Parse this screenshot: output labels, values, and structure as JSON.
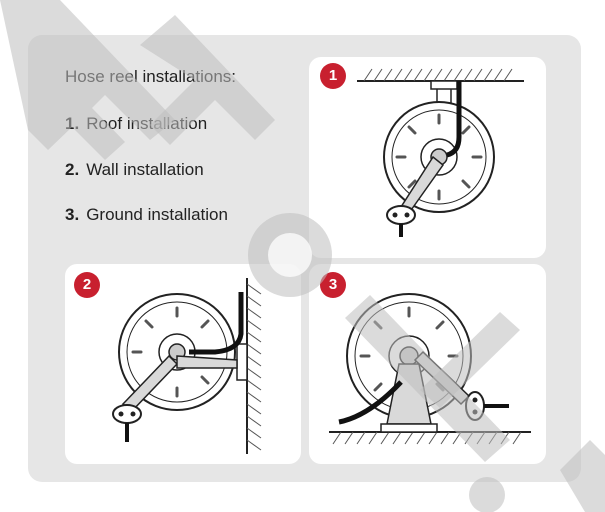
{
  "heading": "Hose reel installations:",
  "installations": [
    {
      "number": "1.",
      "label": "Roof installation",
      "badge": "1"
    },
    {
      "number": "2.",
      "label": "Wall installation",
      "badge": "2"
    },
    {
      "number": "3.",
      "label": "Ground installation",
      "badge": "3"
    }
  ],
  "colors": {
    "panel": "#e6e6e6",
    "card": "#ffffff",
    "badge": "#c8202f",
    "watermark": "#bdbdbd"
  }
}
